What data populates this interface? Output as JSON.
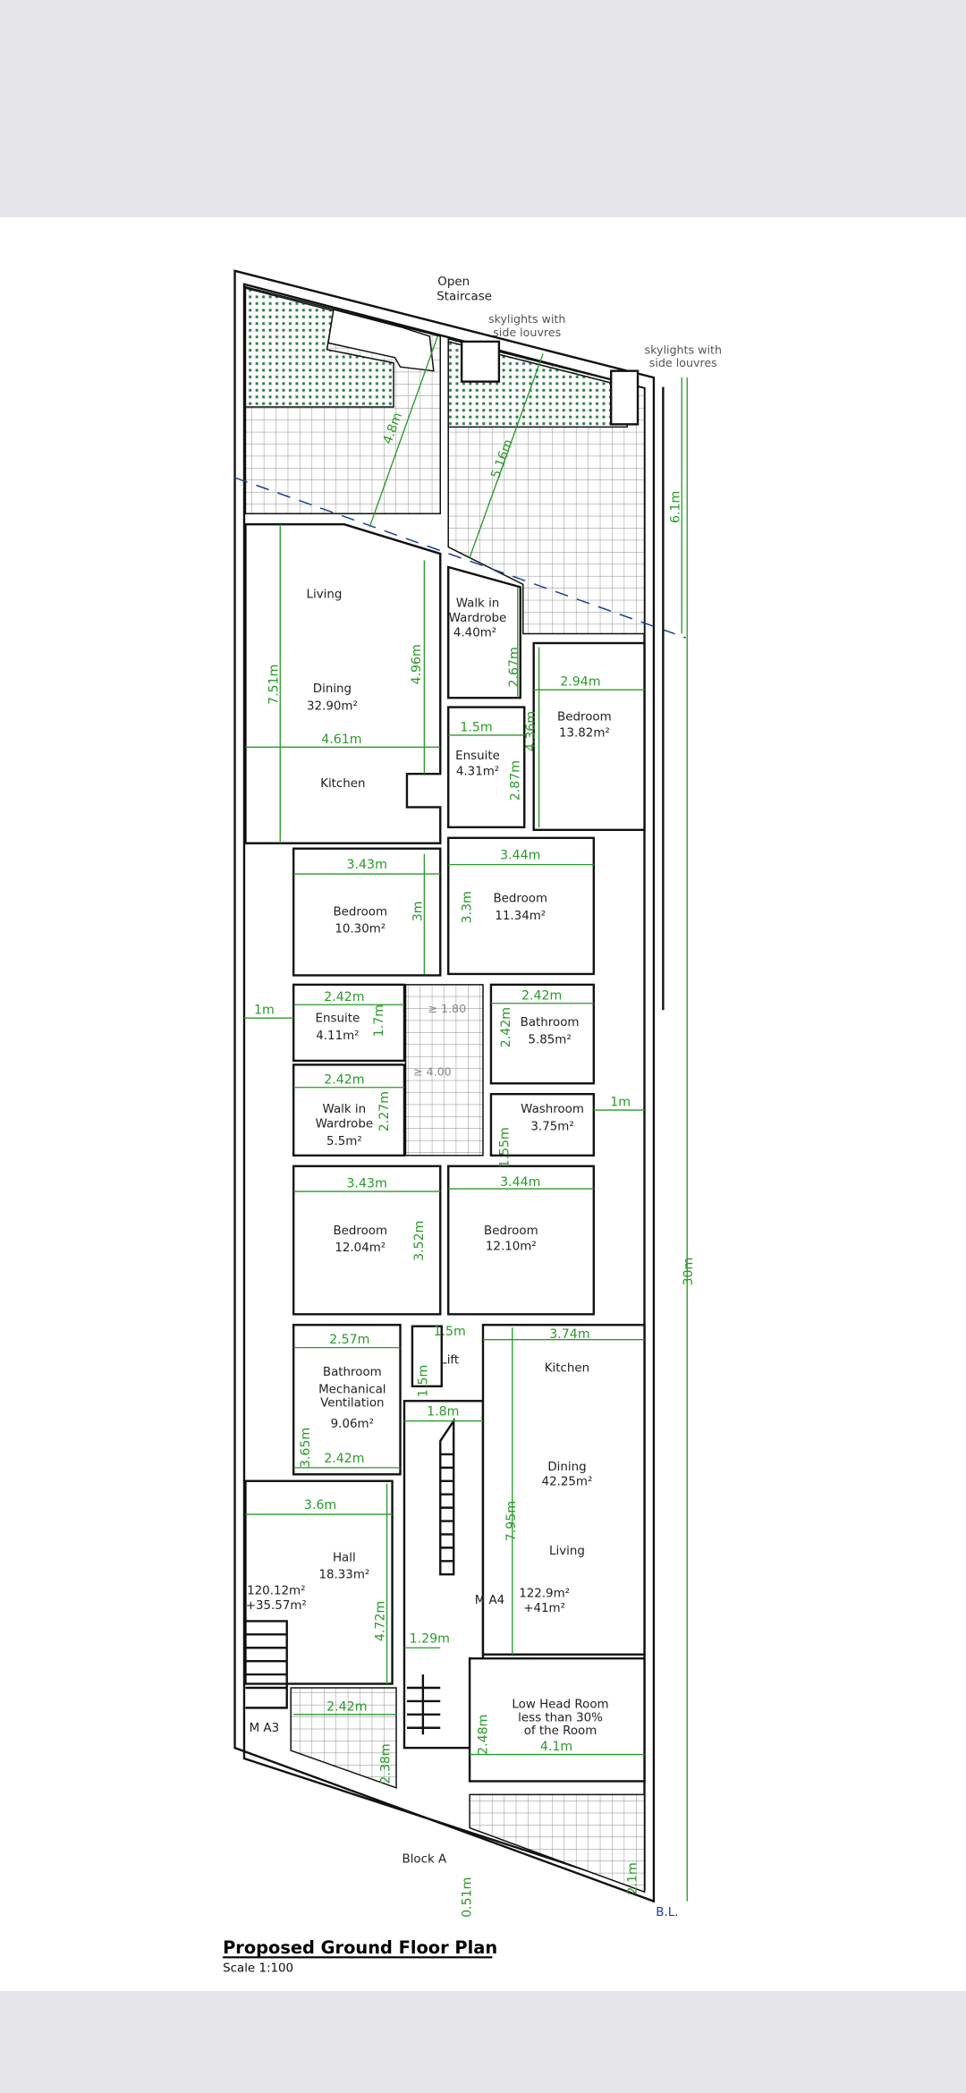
{
  "drawing": {
    "title": "Proposed Ground Floor Plan",
    "scale": "Scale 1:100",
    "block": "Block A",
    "building_line": "B.L.",
    "annotations": {
      "open_staircase": [
        "Open",
        "Staircase"
      ],
      "skylights_1": [
        "skylights with",
        "side louvres"
      ],
      "skylights_2": [
        "skylights with",
        "side louvres"
      ],
      "low_head_room": [
        "Low Head Room",
        "less than 30%",
        "of the Room"
      ],
      "mech_vent": [
        "Mechanical",
        "Ventilation"
      ],
      "corridor_min_width": "≥ 1.80",
      "corridor_min_length": "≥ 4.00",
      "unit_a3": "M A3",
      "unit_a4": "M A4",
      "unit_a3_area": [
        "120.12m²",
        "+35.57m²"
      ],
      "unit_a4_area": [
        "122.9m²",
        "+41m²"
      ]
    },
    "rooms": {
      "living1": "Living",
      "dining1": "Dining",
      "dining1_area": "32.90m²",
      "kitchen1": "Kitchen",
      "wiw1": [
        "Walk in",
        "Wardrobe",
        "4.40m²"
      ],
      "bed1": [
        "Bedroom",
        "13.82m²"
      ],
      "ens1": [
        "Ensuite",
        "4.31m²"
      ],
      "bed2": [
        "Bedroom",
        "10.30m²"
      ],
      "bed3": [
        "Bedroom",
        "11.34m²"
      ],
      "ens2": [
        "Ensuite",
        "4.11m²"
      ],
      "bath1": [
        "Bathroom",
        "5.85m²"
      ],
      "wiw2": [
        "Walk in",
        "Wardrobe",
        "5.5m²"
      ],
      "wash": [
        "Washroom",
        "3.75m²"
      ],
      "bed4": [
        "Bedroom",
        "12.04m²"
      ],
      "bed5": [
        "Bedroom",
        "12.10m²"
      ],
      "bath2": [
        "Bathroom",
        "9.06m²"
      ],
      "lift": "Lift",
      "kitchen2": "Kitchen",
      "dining2": "Dining",
      "dining2_area": "42.25m²",
      "living2": "Living",
      "hall": [
        "Hall",
        "18.33m²"
      ]
    },
    "dimensions": [
      "4.8m",
      "5.16m",
      "6.1m",
      "7.51m",
      "4.96m",
      "4.61m",
      "2.67m",
      "2.94m",
      "1.5m",
      "2.87m",
      "4.36m",
      "3.43m",
      "3m",
      "3.3m",
      "3.44m",
      "1m",
      "2.42m",
      "1.7m",
      "2.42m",
      "2.42m",
      "2.42m",
      "2.27m",
      "1.55m",
      "1m",
      "3.43m",
      "3.52m",
      "3.44m",
      "2.57m",
      "1.5m",
      "1.5m",
      "3.74m",
      "3.65m",
      "1.8m",
      "2.42m",
      "7.95m",
      "3.6m",
      "4.72m",
      "1.29m",
      "2.42m",
      "2.38m",
      "2.48m",
      "4.1m",
      "0.51m",
      "2.1m",
      "30m"
    ],
    "colors": {
      "dimension": "#2a9a2a",
      "boundary": "#1a3f9a",
      "wall": "#111111"
    }
  }
}
